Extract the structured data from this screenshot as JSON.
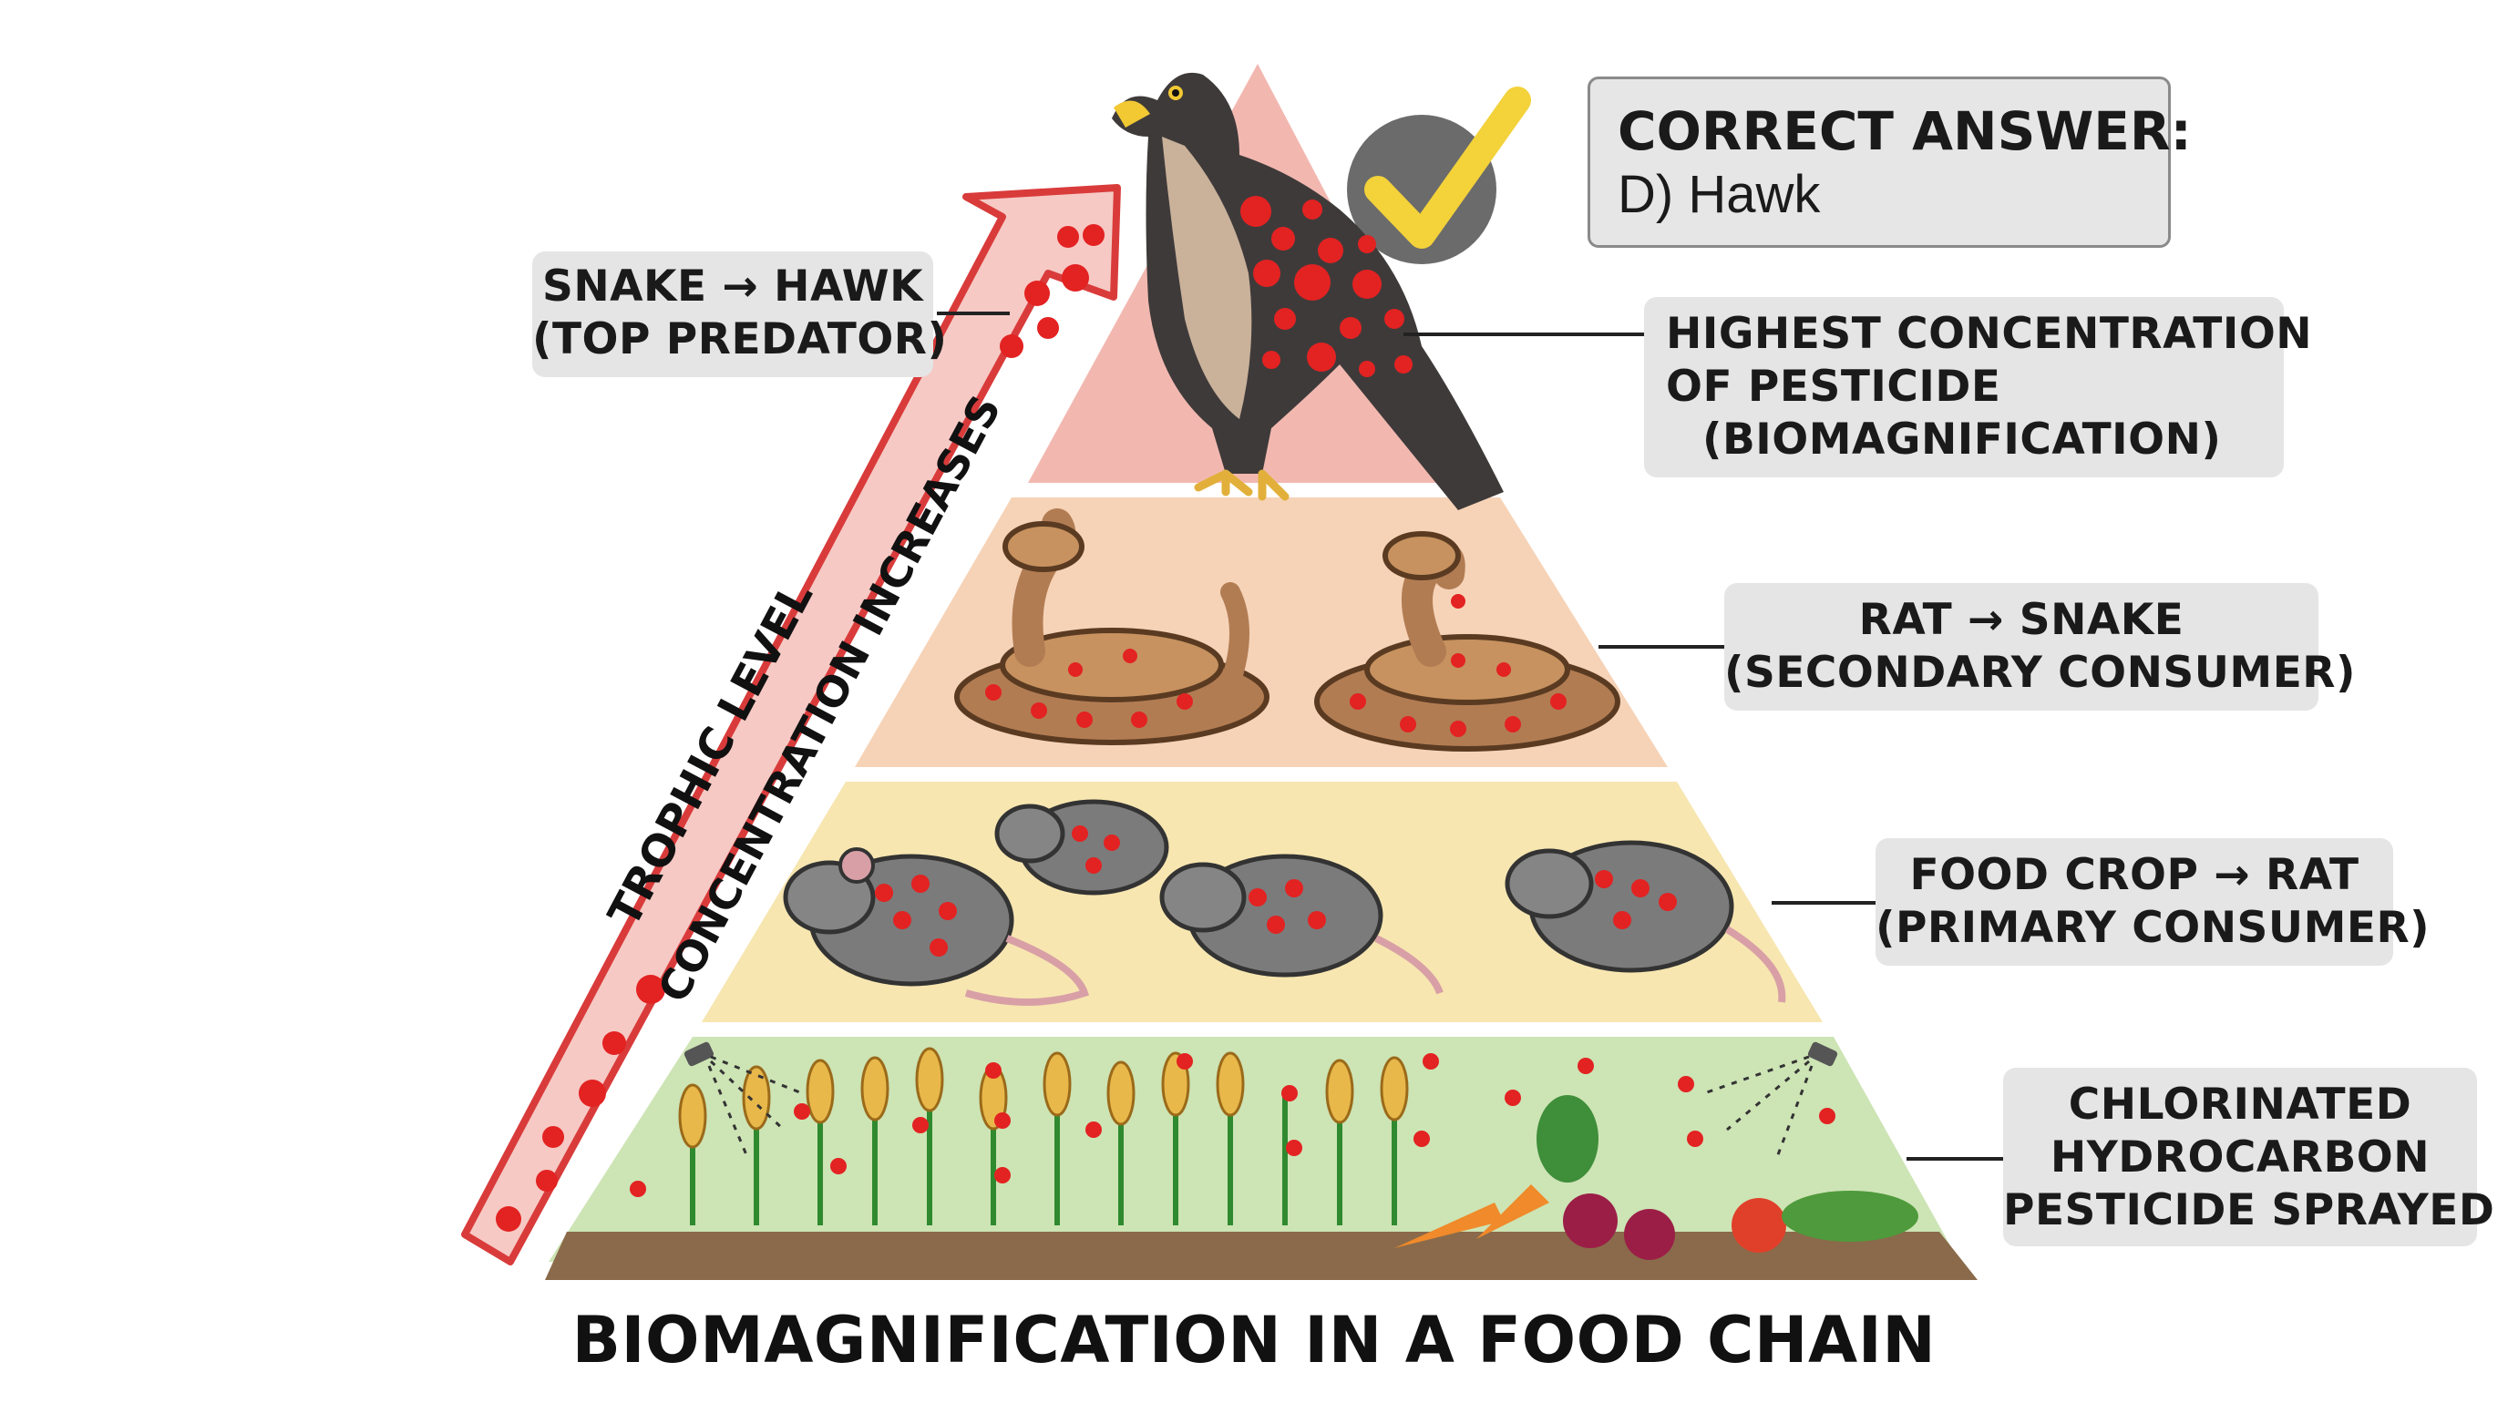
{
  "title": "BIOMAGNIFICATION IN A FOOD CHAIN",
  "answer": {
    "heading": "CORRECT ANSWER:",
    "value": "D) Hawk"
  },
  "arrow": {
    "line1": "TROPHIC LEVEL",
    "line2": "CONCENTRATION INCREASES"
  },
  "labels": {
    "hawk_from": {
      "line1": "SNAKE → HAWK",
      "line2": "(TOP PREDATOR)"
    },
    "highest": {
      "line1": "HIGHEST CONCENTRATION",
      "line2": "OF PESTICIDE",
      "line3": "(BIOMAGNIFICATION)"
    },
    "snake": {
      "line1": "RAT → SNAKE",
      "line2": "(SECONDARY CONSUMER)"
    },
    "rat": {
      "line1": "FOOD CROP → RAT",
      "line2": "(PRIMARY CONSUMER)"
    },
    "pesticide": {
      "line1": "CHLORINATED",
      "line2": "HYDROCARBON",
      "line3": "PESTICIDE SPRAYED"
    }
  },
  "colors": {
    "tier_top": "#f2b8b0",
    "tier_snake": "#f6d3b7",
    "tier_rat": "#f7e6b0",
    "tier_crop": "#cde4b5",
    "soil": "#8a6a4a",
    "pesticide_dot": "#e32222",
    "arrow_fill": "#f6c9c4",
    "arrow_stroke": "#d93b3b",
    "check": "#f3d23a",
    "check_circle": "#6b6b6b"
  }
}
